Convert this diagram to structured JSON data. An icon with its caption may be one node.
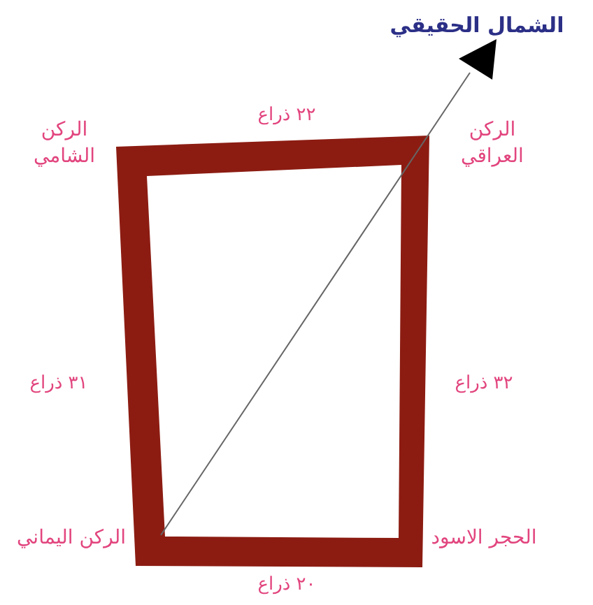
{
  "diagram": {
    "labels": [
      "الشمال الحقيقي",
      "٢٢ ذراع",
      "الركن الشامي",
      "الركن العراقي",
      "٣١ ذراع",
      "٣٢ ذراع",
      "الركن اليماني",
      "الحجر الاسود",
      "٢٠ ذراع"
    ]
  }
}
